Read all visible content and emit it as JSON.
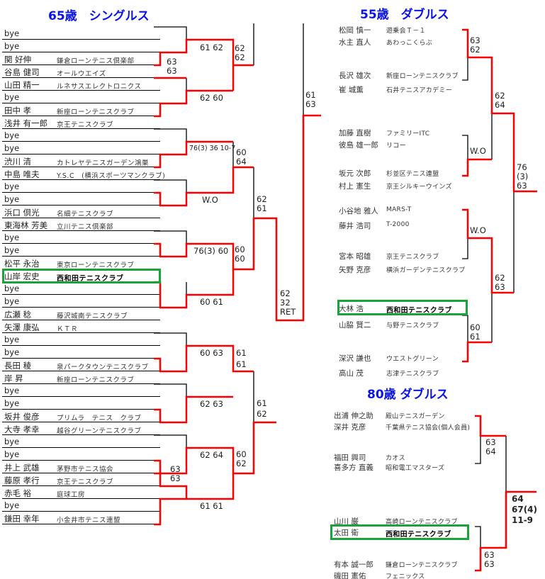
{
  "titles": {
    "s65": "65歳　シングルス",
    "d55": "55歳　ダブルス",
    "d80": "80歳 ダブルス"
  },
  "colors": {
    "title": "#0a14e6",
    "win_line": "#ff0000",
    "highlight": "#1aa33a"
  },
  "singles65": [
    {
      "name": "bye",
      "club": ""
    },
    {
      "name": "bye",
      "club": ""
    },
    {
      "name": "関 好伸",
      "club": "鎌倉ローンテニス倶楽部"
    },
    {
      "name": "谷島 健司",
      "club": "オールウエイズ"
    },
    {
      "name": "山田 精一",
      "club": "ルネサスエレクトロニクス"
    },
    {
      "name": "bye",
      "club": ""
    },
    {
      "name": "田中 孝",
      "club": "新座ローンテニスクラブ"
    },
    {
      "name": "浅井 有一郎",
      "club": "京王テニスクラブ"
    },
    {
      "name": "bye",
      "club": ""
    },
    {
      "name": "bye",
      "club": ""
    },
    {
      "name": "渋川 清",
      "club": "カトレヤテニスガーデン鴻巣"
    },
    {
      "name": "中島 唯夫",
      "club": "Y.S.C　(横浜スポーツマンクラブ)"
    },
    {
      "name": "bye",
      "club": ""
    },
    {
      "name": "bye",
      "club": ""
    },
    {
      "name": "浜口 倶光",
      "club": "名細テニスクラブ"
    },
    {
      "name": "東海林 芳美",
      "club": "立川テニス倶楽部"
    },
    {
      "name": "bye",
      "club": ""
    },
    {
      "name": "bye",
      "club": ""
    },
    {
      "name": "松平 永治",
      "club": "東京ローンテニスクラブ"
    },
    {
      "name": "山岸 宏史",
      "club": "西和田テニスクラブ",
      "highlight": true
    },
    {
      "name": "bye",
      "club": ""
    },
    {
      "name": "bye",
      "club": ""
    },
    {
      "name": "広瀬 稔",
      "club": "藤沢城南テニスクラブ"
    },
    {
      "name": "矢澤 康弘",
      "club": "ＫＴＲ"
    },
    {
      "name": "bye",
      "club": ""
    },
    {
      "name": "bye",
      "club": ""
    },
    {
      "name": "長田 稜",
      "club": "泉パークタウンテニスクラブ"
    },
    {
      "name": "岸 昇",
      "club": "新座ローンテニスクラブ"
    },
    {
      "name": "bye",
      "club": ""
    },
    {
      "name": "bye",
      "club": ""
    },
    {
      "name": "坂井 俊彦",
      "club": "プリムラ　テニス　クラブ"
    },
    {
      "name": "大寺 孝幸",
      "club": "越谷グリーンテニスクラブ"
    },
    {
      "name": "bye",
      "club": ""
    },
    {
      "name": "bye",
      "club": ""
    },
    {
      "name": "井上 武雄",
      "club": "茅野市テニス協会"
    },
    {
      "name": "藤原 孝行",
      "club": "京王テニスクラブ"
    },
    {
      "name": "赤毛 裕",
      "club": "庭球工房"
    },
    {
      "name": "bye",
      "club": ""
    },
    {
      "name": "鎌田 幸年",
      "club": "小金井市テニス連盟"
    }
  ],
  "singles65_scores": [
    "61 62",
    "62\n62",
    "63\n63",
    "62 60",
    "61\n63",
    "76(3) 36 10-7",
    "60\n64",
    "W.O",
    "62\n61",
    "76(3) 60",
    "60\n60",
    "60 61",
    "62\n32\nRET",
    "60 63",
    "61\n61",
    "62 63",
    "61\n62",
    "62 64",
    "60\n62",
    "63\n63",
    "61 61"
  ],
  "doubles55": [
    {
      "name": "松岡 慎一",
      "club": "遊乗会Ｔ－１"
    },
    {
      "name": "水主 直人",
      "club": "あわっこくらぶ"
    },
    {
      "name": "長沢 雄次",
      "club": "新座ローンテニスクラブ"
    },
    {
      "name": "崔 城薫",
      "club": "石井テニスアカデミー"
    },
    {
      "name": "加藤 直樹",
      "club": "ファミリーITC"
    },
    {
      "name": "彼島 雄一郎",
      "club": "リコー"
    },
    {
      "name": "坂元 次郎",
      "club": "杉並区テニス連盟"
    },
    {
      "name": "村上 憲生",
      "club": "京王シルキーウインズ"
    },
    {
      "name": "小谷地 雅人",
      "club": "MARS-T"
    },
    {
      "name": "藤井 浩司",
      "club": "T-2000"
    },
    {
      "name": "宮本 昭雄",
      "club": "京王テニスクラブ"
    },
    {
      "name": "矢野 克彦",
      "club": "横浜ガーデンテニスクラブ"
    },
    {
      "name": "大林 浩",
      "club": "西和田テニスクラブ",
      "highlight": true
    },
    {
      "name": "山脇 賢二",
      "club": "与野テニスクラブ"
    },
    {
      "name": "深沢 謙也",
      "club": "ウエストグリーン"
    },
    {
      "name": "高山 茂",
      "club": "志津テニスクラブ"
    }
  ],
  "doubles55_scores": [
    "63\n62",
    "W.O",
    "62\n64",
    "76\n(3)\n63",
    "W.O",
    "60\n61",
    "62\n63"
  ],
  "doubles80": [
    {
      "name": "出浦 伸之助",
      "club": "殿山テニスガーデン"
    },
    {
      "name": "深井 克彦",
      "club": "千葉県テニス協会(個人会員)"
    },
    {
      "name": "福田 興司",
      "club": "カオス"
    },
    {
      "name": "喜多方 直義",
      "club": "昭和電工マスターズ"
    },
    {
      "name": "山川 巌",
      "club": "高崎ローンテニスクラブ"
    },
    {
      "name": "太田 衛",
      "club": "西和田テニスクラブ",
      "highlight": true
    },
    {
      "name": "有本 誠一郎",
      "club": "鎌倉ローンテニスクラブ"
    },
    {
      "name": "磯田 憲佑",
      "club": "フェニックス"
    }
  ],
  "doubles80_scores": [
    "63\n64",
    "63\n63",
    "64\n67(4)\n11-9"
  ]
}
